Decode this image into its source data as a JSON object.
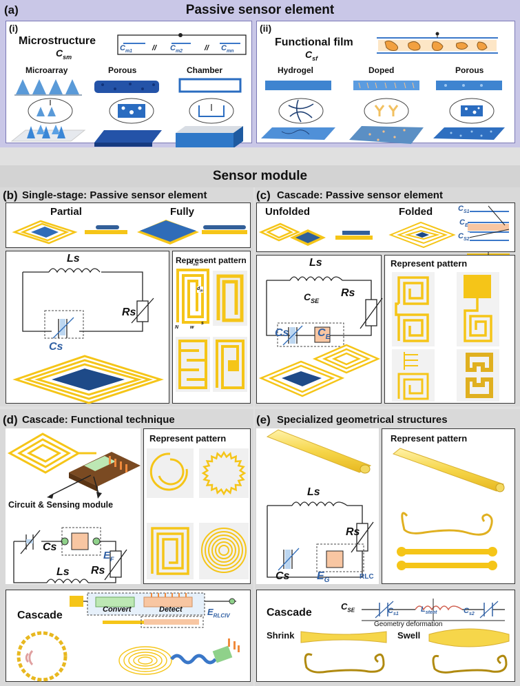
{
  "header_a": {
    "letter": "(a)",
    "title": "Passive sensor element"
  },
  "panel_i": {
    "label": "(i)",
    "title": "Microstructure",
    "symbol": "C",
    "symbol_sub": "sm",
    "circuit": {
      "c1": "C",
      "c1_sub": "m1",
      "c2": "C",
      "c2_sub": "m2",
      "c3": "C",
      "c3_sub": "mn",
      "sep": "//"
    },
    "items": [
      "Microarray",
      "Porous",
      "Chamber"
    ]
  },
  "panel_ii": {
    "label": "(ii)",
    "title": "Functional film",
    "symbol": "C",
    "symbol_sub": "sf",
    "items": [
      "Hydrogel",
      "Doped",
      "Porous"
    ]
  },
  "header_module": {
    "title": "Sensor module"
  },
  "panel_b": {
    "letter": "(b)",
    "title": "Single-stage: Passive sensor element",
    "partial": "Partial",
    "fully": "Fully",
    "ls": "Ls",
    "rs": "Rs",
    "cs": "Cs",
    "pattern_title": "Represent pattern",
    "dims": {
      "dout": "d",
      "dout_sub": "out",
      "din": "d",
      "din_sub": "in",
      "n": "N",
      "w": "w",
      "s": "s"
    }
  },
  "panel_c": {
    "letter": "(c)",
    "title": "Cascade: Passive sensor element",
    "unfolded": "Unfolded",
    "folded": "Folded",
    "cs1": "C",
    "cs1_sub": "S1",
    "ce": "C",
    "ce_sub": "E",
    "cs2": "C",
    "cs2_sub": "S2",
    "ls": "Ls",
    "cse": "C",
    "cse_sub": "SE",
    "rs": "Rs",
    "cs": "Cs",
    "ce2": "C",
    "ce2_sub": "E",
    "pattern_title": "Represent pattern"
  },
  "panel_d": {
    "letter": "(d)",
    "title": "Cascade: Functional technique",
    "module_label": "Circuit & Sensing module",
    "cs": "Cs",
    "ef": "E",
    "ef_sub": "F",
    "ls": "Ls",
    "rs": "Rs",
    "pattern_title": "Represent pattern",
    "cascade": "Cascade",
    "convert": "Convert",
    "detect": "Detect",
    "erlciv": "E",
    "erlciv_sub": "RLCIV"
  },
  "panel_e": {
    "letter": "(e)",
    "title": "Specialized geometrical structures",
    "ls": "Ls",
    "rs": "Rs",
    "cs": "Cs",
    "eg": "E",
    "eg_sub": "G",
    "rlc": "RLC",
    "pattern_title": "Represent pattern",
    "cascade": "Cascade",
    "cse": "C",
    "cse_sub": "SE",
    "cs1": "C",
    "cs1_sub": "s1",
    "lstent": "L",
    "lstent_sub": "stent",
    "cs2": "C",
    "cs2_sub": "s2",
    "geometry": "Geometry deformation",
    "shrink": "Shrink",
    "swell": "Swell"
  },
  "colors": {
    "gold": "#f5c518",
    "blue": "#3a77c8",
    "navy": "#1e3f73",
    "orange": "#f6c09a",
    "green": "#8fd18a",
    "band": "#c8c6e6"
  }
}
